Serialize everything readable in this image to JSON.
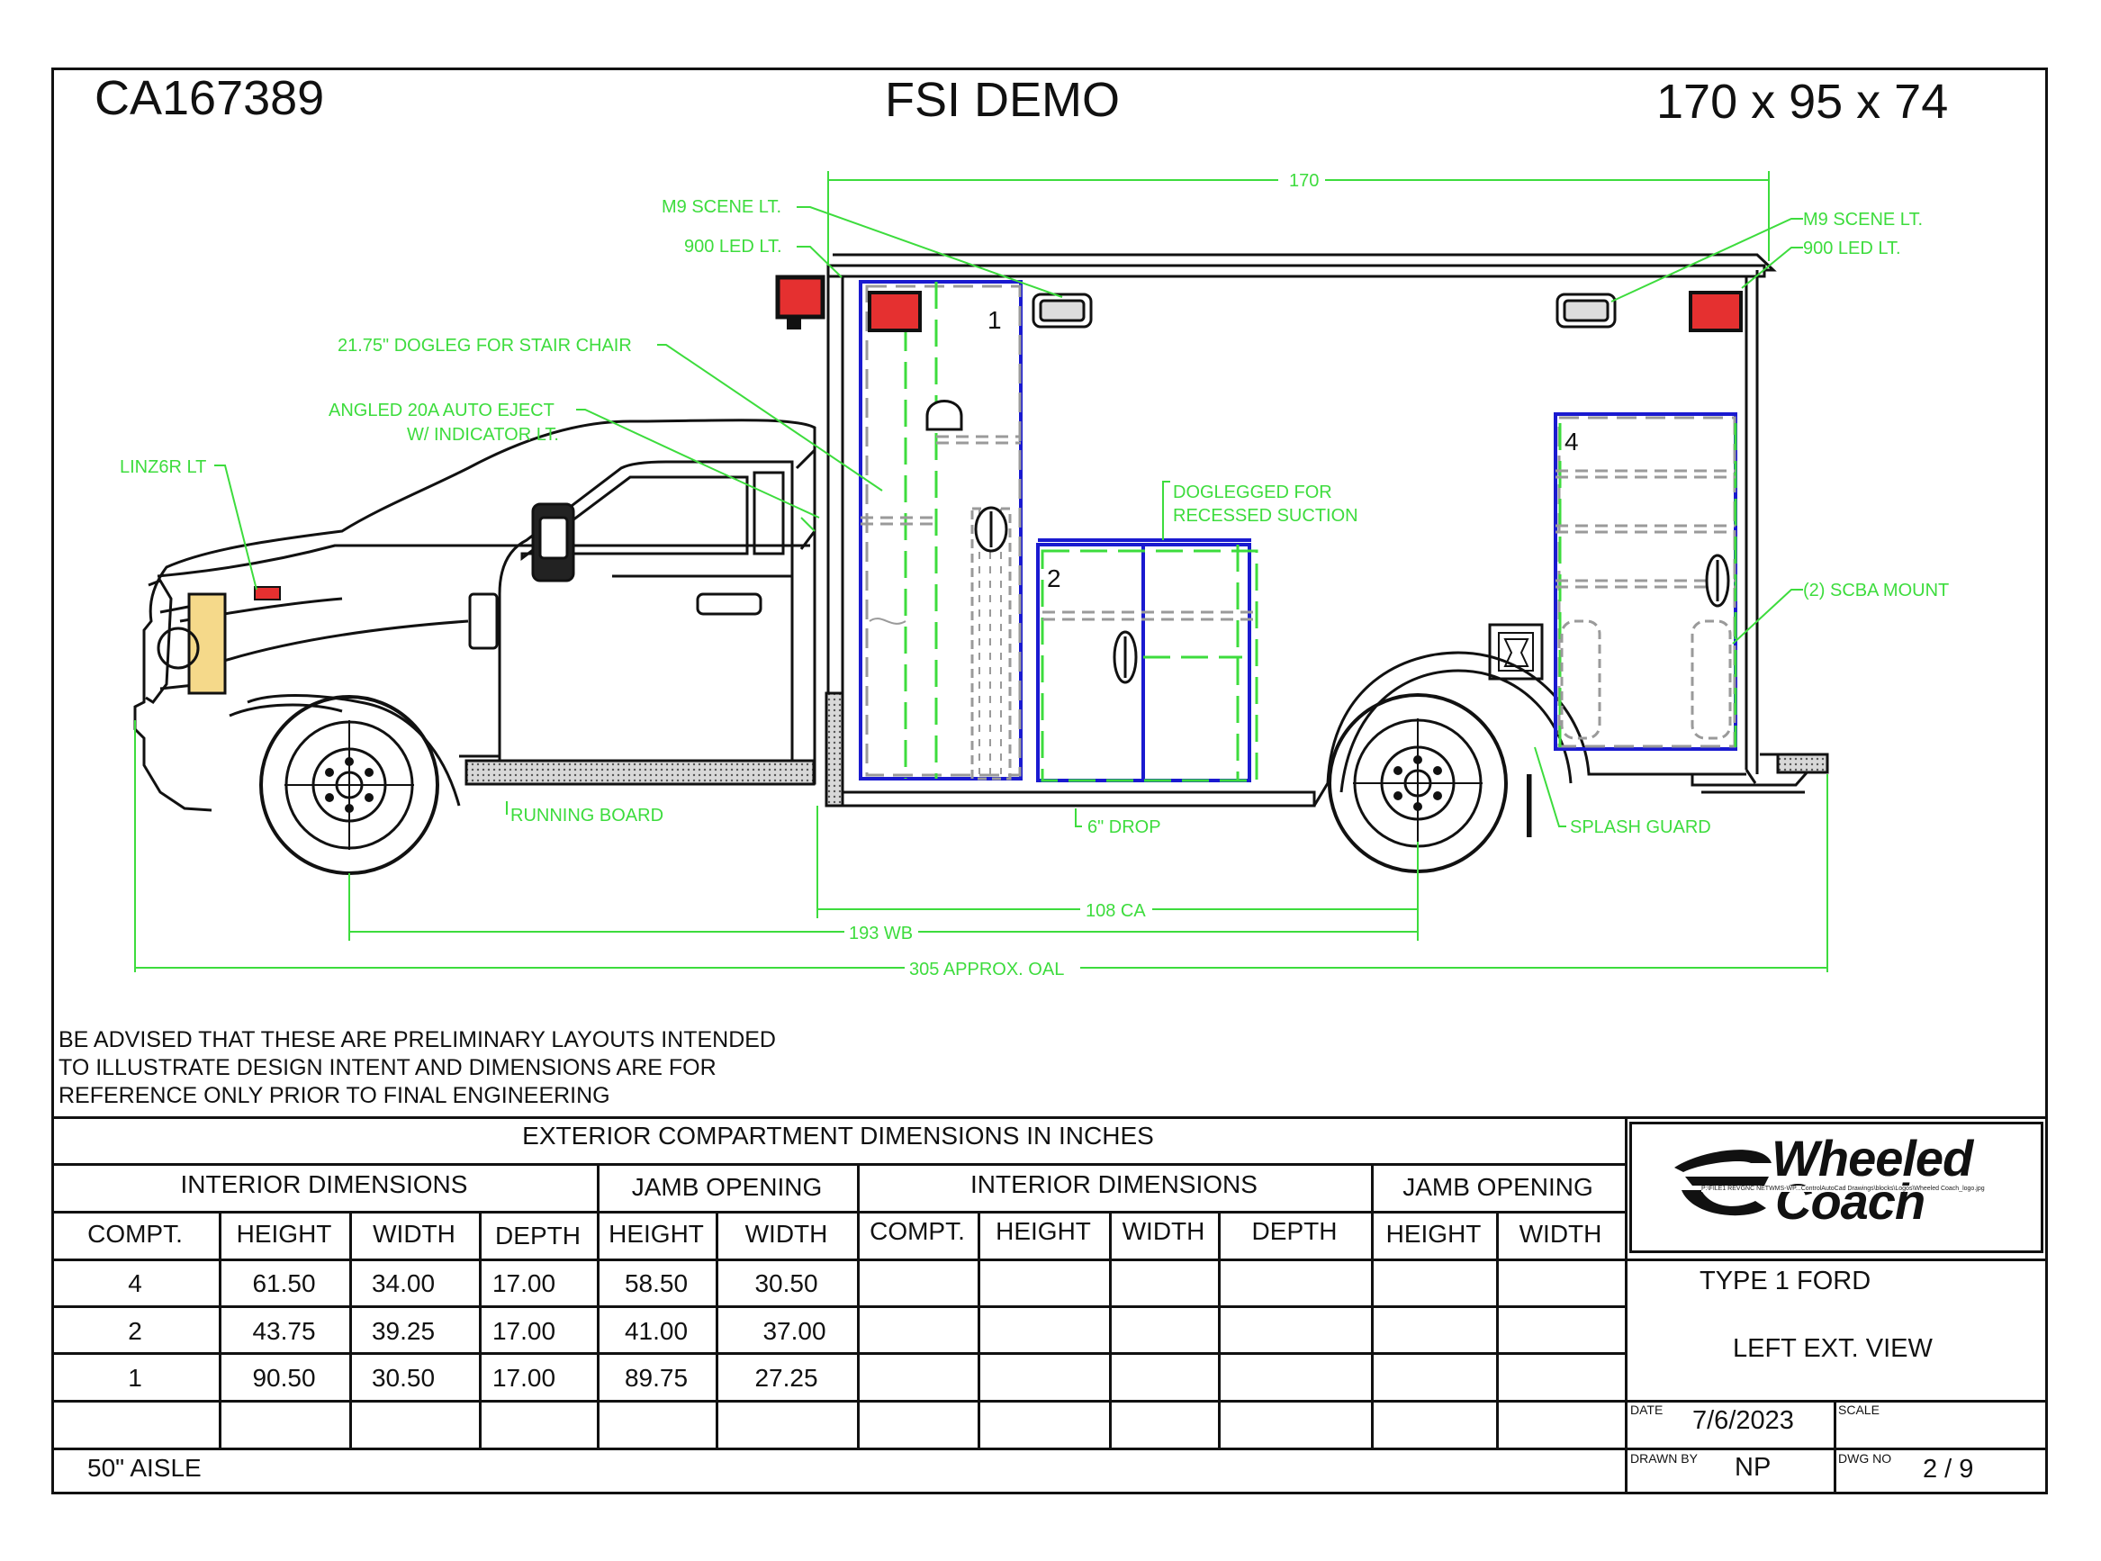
{
  "header": {
    "job_number": "CA167389",
    "customer": "FSI DEMO",
    "body_size": "170 x 95 x 74"
  },
  "callouts": {
    "m9_scene_left": "M9 SCENE LT.",
    "led_900_left": "900 LED LT.",
    "dogleg_stair": "21.75\" DOGLEG FOR STAIR CHAIR",
    "auto_eject_1": "ANGLED 20A AUTO EJECT",
    "auto_eject_2": "W/ INDICATOR LT.",
    "linz6r": "LINZ6R LT",
    "doglegged_1": "DOGLEGGED FOR",
    "doglegged_2": "RECESSED SUCTION",
    "m9_scene_right": "M9 SCENE LT.",
    "led_900_right": "900 LED LT.",
    "scba_mount": "(2) SCBA MOUNT",
    "running_board": "RUNNING BOARD",
    "drop": "6\" DROP",
    "splash_guard": "SPLASH GUARD"
  },
  "dimensions": {
    "body_length": "170",
    "ca": "108 CA",
    "wb": "193 WB",
    "oal": "305 APPROX. OAL"
  },
  "compartments": {
    "c1": "1",
    "c2": "2",
    "c4": "4"
  },
  "notes": {
    "line1": "BE ADVISED THAT THESE ARE PRELIMINARY LAYOUTS INTENDED",
    "line2": "TO ILLUSTRATE DESIGN INTENT AND DIMENSIONS  ARE FOR",
    "line3": "REFERENCE ONLY PRIOR TO FINAL ENGINEERING"
  },
  "table": {
    "title": "EXTERIOR COMPARTMENT DIMENSIONS IN INCHES",
    "group_left_interior": "INTERIOR DIMENSIONS",
    "group_left_jamb": "JAMB OPENING",
    "group_right_interior": "INTERIOR DIMENSIONS",
    "group_right_jamb": "JAMB OPENING",
    "columns": [
      "COMPT.",
      "HEIGHT",
      "WIDTH",
      "DEPTH",
      "HEIGHT",
      "WIDTH",
      "COMPT.",
      "HEIGHT",
      "WIDTH",
      "DEPTH",
      "HEIGHT",
      "WIDTH"
    ],
    "rows": [
      [
        "4",
        "61.50",
        "34.00",
        "17.00",
        "58.50",
        "30.50"
      ],
      [
        "2",
        "43.75",
        "39.25",
        "17.00",
        "41.00",
        "37.00"
      ],
      [
        "1",
        "90.50",
        "30.50",
        "17.00",
        "89.75",
        "27.25"
      ]
    ],
    "footer_note": "50\" AISLE"
  },
  "title_block": {
    "logo_line1": "Wheeled",
    "logo_line2": "Coach",
    "logo_small_print": "P:\\FILE1 REVGNC NETWMS-WP...ControlAutoCad Drawings\\blocks\\Logos\\Wheeled Coach_logo.jpg",
    "type": "TYPE 1 FORD",
    "view": "LEFT EXT. VIEW",
    "date_label": "DATE",
    "date_value": "7/6/2023",
    "scale_label": "SCALE",
    "scale_value": "",
    "drawn_by_label": "DRAWN BY",
    "drawn_by_value": "NP",
    "dwg_no_label": "DWG NO",
    "dwg_no_value": "2 / 9"
  },
  "colors": {
    "callout_green": "#3ddc3d",
    "door_blue": "#1a1ad0",
    "line_black": "#111111",
    "light_red": "#e53030",
    "hidden_gray": "#9a9a9a"
  }
}
